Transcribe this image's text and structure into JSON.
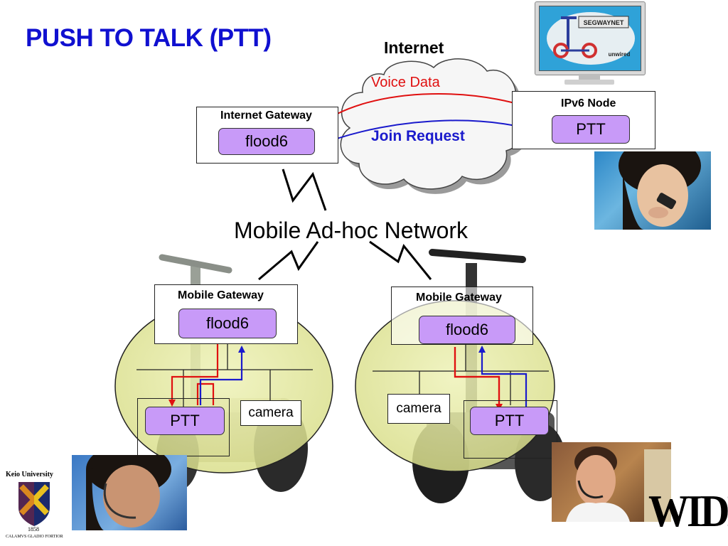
{
  "title": "PUSH TO TALK (PTT)",
  "internet_label": "Internet",
  "voice_data_label": "Voice Data",
  "join_request_label": "Join Request",
  "internet_gateway": {
    "label": "Internet Gateway",
    "module": "flood6"
  },
  "ipv6_node": {
    "label": "IPv6 Node",
    "module": "PTT"
  },
  "manet_label": "Mobile Ad-hoc Network",
  "mobile_gateway_left": {
    "label": "Mobile Gateway",
    "module": "flood6",
    "ptt": "PTT",
    "camera": "camera"
  },
  "mobile_gateway_right": {
    "label": "Mobile Gateway",
    "module": "flood6",
    "ptt": "PTT",
    "camera": "camera"
  },
  "monitor_logo": {
    "text": "SEGWAYNET",
    "sub": "unwired"
  },
  "keio": {
    "name": "Keio University",
    "year": "1858",
    "motto": "CALAMVS GLADIO FORTIOR"
  },
  "wide_logo": "WIDE",
  "colors": {
    "title": "#1010d0",
    "voice": "#e01010",
    "join": "#1a1acc",
    "module": "#c89af8",
    "ellipse": "#e4e9a8"
  }
}
